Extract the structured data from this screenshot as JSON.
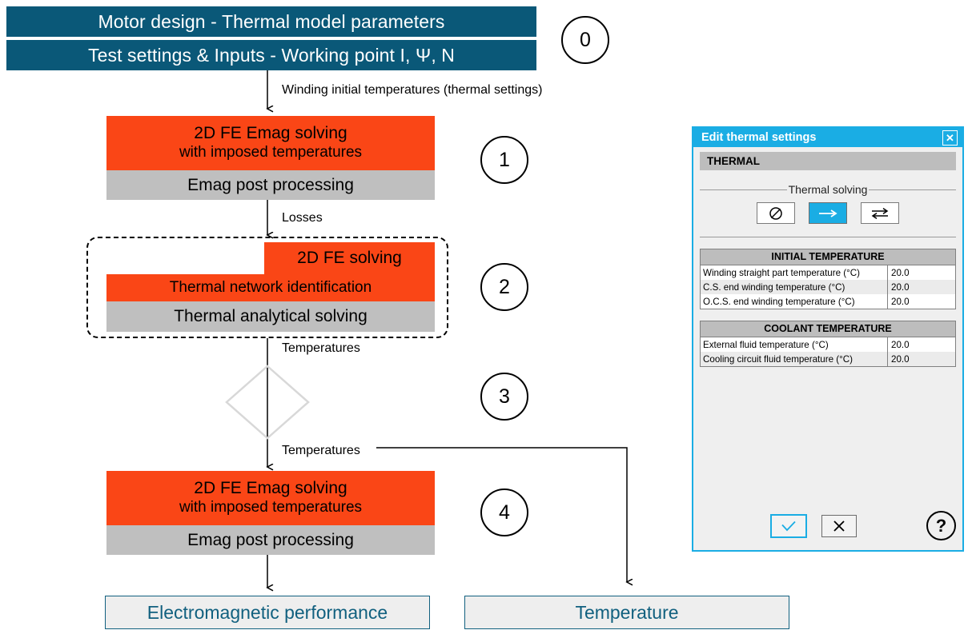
{
  "flow": {
    "header_bars": [
      {
        "label": "Motor design - Thermal model parameters"
      },
      {
        "label": "Test settings & Inputs - Working point I, Ψ, N"
      }
    ],
    "steps": [
      {
        "number": "0"
      },
      {
        "number": "1"
      },
      {
        "number": "2"
      },
      {
        "number": "3"
      },
      {
        "number": "4"
      }
    ],
    "stage1": {
      "orange_line1": "2D FE Emag solving",
      "orange_line2": "with imposed temperatures",
      "gray_label": "Emag post processing"
    },
    "stage2": {
      "fe_label": "2D FE solving",
      "network_label": "Thermal network identification",
      "analytical_label": "Thermal analytical solving"
    },
    "stage4": {
      "orange_line1": "2D FE Emag solving",
      "orange_line2": "with imposed temperatures",
      "gray_label": "Emag post processing"
    },
    "edges": [
      {
        "label": "Winding initial temperatures (thermal settings)"
      },
      {
        "label": "Losses"
      },
      {
        "label": "Temperatures"
      },
      {
        "label": "Temperatures"
      }
    ],
    "outcomes": [
      {
        "label": "Electromagnetic performance"
      },
      {
        "label": "Temperature"
      }
    ]
  },
  "dialog": {
    "title": "Edit thermal settings",
    "close_label": "✕",
    "section_title": "THERMAL",
    "group_legend": "Thermal solving",
    "solving_modes": [
      {
        "name": "no-thermal-solving",
        "glyph": "Ø",
        "selected": false
      },
      {
        "name": "one-way-coupling",
        "glyph": "→",
        "selected": true
      },
      {
        "name": "two-way-coupling",
        "glyph": "⇄",
        "selected": false
      }
    ],
    "tables": [
      {
        "title": "INITIAL TEMPERATURE",
        "rows": [
          {
            "label": "Winding straight part temperature (°C)",
            "value": "20.0"
          },
          {
            "label": "C.S. end winding temperature (°C)",
            "value": "20.0"
          },
          {
            "label": "O.C.S. end winding temperature (°C)",
            "value": "20.0"
          }
        ]
      },
      {
        "title": "COOLANT TEMPERATURE",
        "rows": [
          {
            "label": "External fluid temperature (°C)",
            "value": "20.0"
          },
          {
            "label": "Cooling circuit fluid temperature (°C)",
            "value": "20.0"
          }
        ]
      }
    ],
    "footer": {
      "ok_glyph": "✓",
      "cancel_glyph": "✕",
      "help_glyph": "?"
    }
  },
  "colors": {
    "teal": "#0a5878",
    "orange": "#fa4616",
    "gray": "#bfbfbf",
    "dialog_accent": "#1aade4",
    "outcome_text": "#11607f"
  }
}
